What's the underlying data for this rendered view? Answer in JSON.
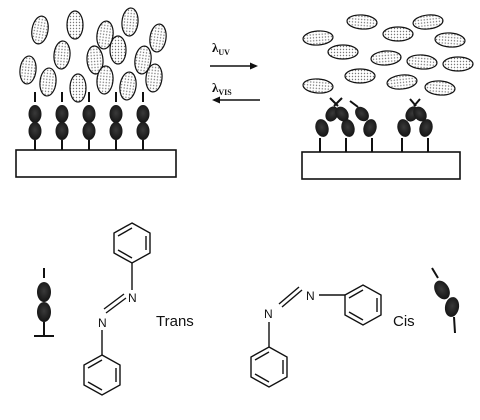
{
  "top": {
    "uv_symbol": "λ",
    "uv_subscript": "UV",
    "vis_symbol": "λ",
    "vis_subscript": "VIS"
  },
  "bottom": {
    "trans_caption": "Trans",
    "cis_caption": "Cis",
    "nitrogen_label": "N"
  },
  "colors": {
    "ink": "#111111",
    "stipple": "#777777",
    "background": "#ffffff"
  }
}
